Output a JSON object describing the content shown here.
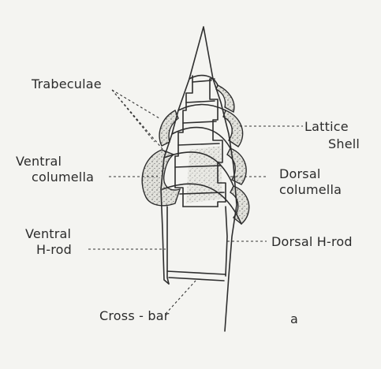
{
  "labels": {
    "trabeculae": "Trabeculae",
    "lattice": "Lattice",
    "shell": "Shell",
    "ventral_columella_1": "Ventral",
    "ventral_columella_2": "columella",
    "dorsal_columella_1": "Dorsal",
    "dorsal_columella_2": "columella",
    "ventral_hrod_1": "Ventral",
    "ventral_hrod_2": "H-rod",
    "dorsal_hrod": "Dorsal  H-rod",
    "crossbar": "Cross - bar",
    "panel": "a"
  }
}
